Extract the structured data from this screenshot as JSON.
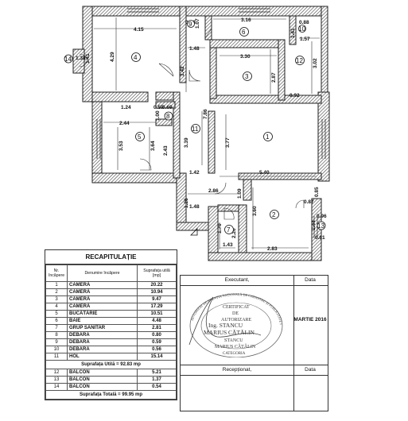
{
  "rooms": [
    {
      "num": "1"
    },
    {
      "num": "2"
    },
    {
      "num": "3"
    },
    {
      "num": "4"
    },
    {
      "num": "5"
    },
    {
      "num": "6"
    },
    {
      "num": "7"
    },
    {
      "num": "8"
    },
    {
      "num": "9"
    },
    {
      "num": "10"
    },
    {
      "num": "11"
    },
    {
      "num": "12"
    },
    {
      "num": "13"
    },
    {
      "num": "14"
    }
  ],
  "dimensions": [
    "4.15",
    "4.29",
    "1.48",
    "3.42",
    "0.83",
    "1.07",
    "3.16",
    "0.88",
    "1.41",
    "1.57",
    "3.30",
    "2.87",
    "3.02",
    "0.92",
    "1.24",
    "0.59",
    "0.69",
    "1.00",
    "2.44",
    "7.86",
    "3.53",
    "3.64",
    "2.43",
    "3.39",
    "3.77",
    "1.42",
    "5.40",
    "2.86",
    "1.09",
    "1.48",
    "1.26",
    "3.60",
    "0.87",
    "0.85",
    "0.96",
    "1.70",
    "2.20",
    "1.43",
    "2.83",
    "1.44",
    "0.81",
    "1.38",
    "1.41"
  ],
  "recap": {
    "title": "RECAPITULAȚIE",
    "headers": [
      "Nr. încăpere",
      "Denumire încăpere",
      "Suprafața utilă [mp]"
    ],
    "rows": [
      {
        "n": "1",
        "name": "CAMERĂ",
        "area": "20.22"
      },
      {
        "n": "2",
        "name": "CAMERĂ",
        "area": "10.94"
      },
      {
        "n": "3",
        "name": "CAMERĂ",
        "area": "9.47"
      },
      {
        "n": "4",
        "name": "CAMERĂ",
        "area": "17.29"
      },
      {
        "n": "5",
        "name": "BUCĂTĂRIE",
        "area": "10.51"
      },
      {
        "n": "6",
        "name": "BAIE",
        "area": "4.48"
      },
      {
        "n": "7",
        "name": "GRUP SANITAR",
        "area": "2.81"
      },
      {
        "n": "8",
        "name": "DEBARA",
        "area": "0.80"
      },
      {
        "n": "9",
        "name": "DEBARA",
        "area": "0.59"
      },
      {
        "n": "10",
        "name": "DEBARA",
        "area": "0.56"
      },
      {
        "n": "11",
        "name": "HOL",
        "area": "15.14"
      }
    ],
    "useful_total": "Suprafața Utilă = 92.83 mp",
    "balcony_rows": [
      {
        "n": "12",
        "name": "BALCON",
        "area": "5.21"
      },
      {
        "n": "13",
        "name": "BALCON",
        "area": "1.37"
      },
      {
        "n": "14",
        "name": "BALCON",
        "area": "0.54"
      }
    ],
    "grand_total": "Suprafața Totală = 99.95 mp"
  },
  "verify": {
    "executant": "Executant,",
    "data_label": "Data",
    "date_value": "MARTIE 2016",
    "receptionat": "Recepționat,",
    "data_label2": "Data",
    "signature_lines": [
      "Ing. STANCU",
      "MARIUS CĂTĂLIN"
    ],
    "stamp": {
      "outer": "AUTORIZAT DE AGENȚIA NAȚIONALĂ DE CADASTRU ȘI PUBLICITATE IMOBILIARĂ",
      "center": [
        "CERTIFICAT",
        "DE",
        "AUTORIZARE"
      ],
      "name": [
        "STANCU",
        "MARIUS CĂTĂLIN"
      ],
      "category": "CATEGORIA"
    }
  },
  "colors": {
    "wall": "#555555",
    "line": "#222222",
    "stamp": "#666666"
  }
}
